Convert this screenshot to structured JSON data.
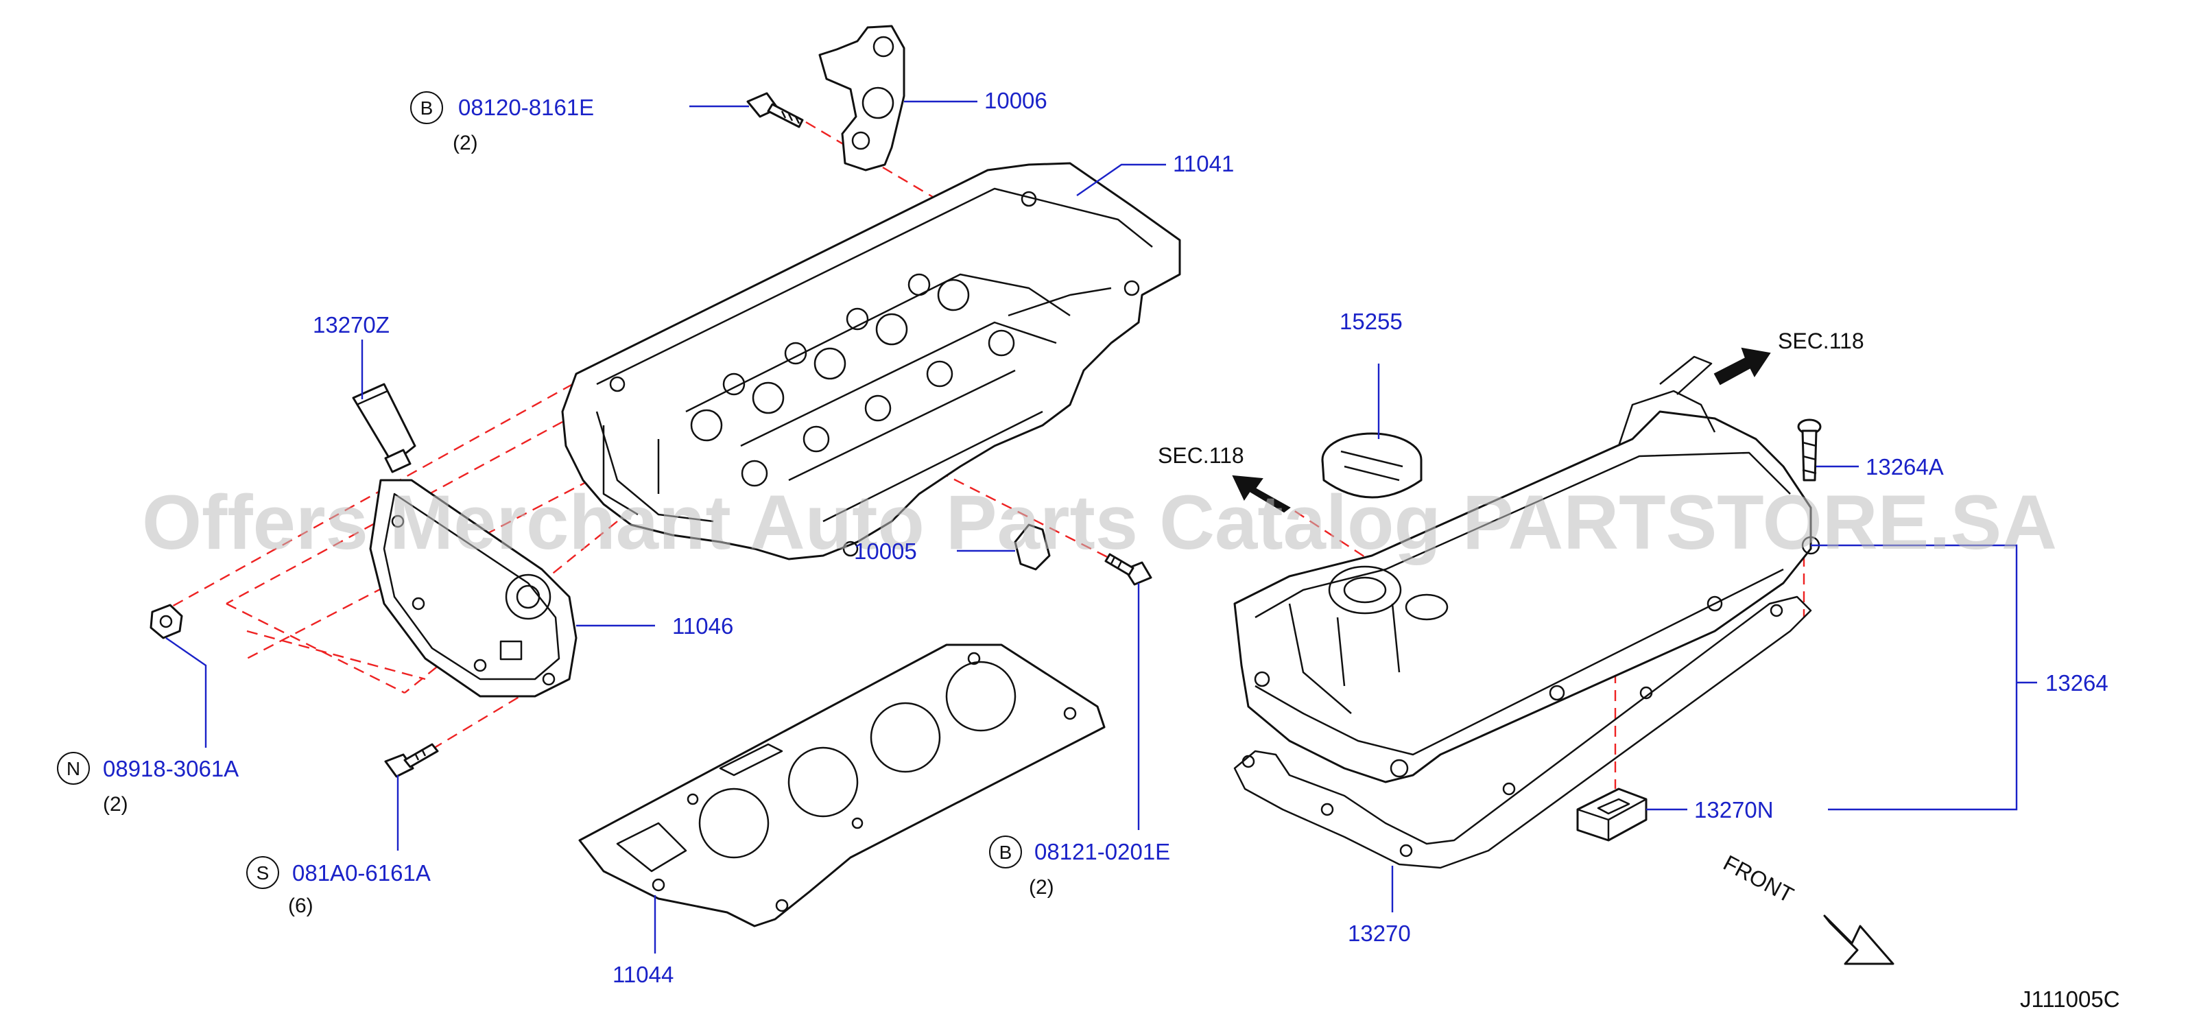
{
  "parts": {
    "p10006": "10006",
    "p11041": "11041",
    "p13270z": "13270Z",
    "p15255": "15255",
    "p13264a": "13264A",
    "p10005": "10005",
    "p11046": "11046",
    "p13264": "13264",
    "p13270n": "13270N",
    "p13270": "13270",
    "p11044": "11044",
    "b1": "08120-8161E",
    "b2": "08121-0201E",
    "n1": "08918-3061A",
    "s1": "081A0-6161A"
  },
  "quantities": {
    "b1": "(2)",
    "b2": "(2)",
    "n1": "(2)",
    "s1": "(6)"
  },
  "symbols": {
    "b": "B",
    "n": "N",
    "s": "S"
  },
  "references": {
    "sec_right": "SEC.118",
    "sec_left": "SEC.118",
    "front": "FRONT"
  },
  "diagram_code": "J111005C",
  "watermark": "Offers Merchant Auto Parts Catalog PARTSTORE.SA"
}
